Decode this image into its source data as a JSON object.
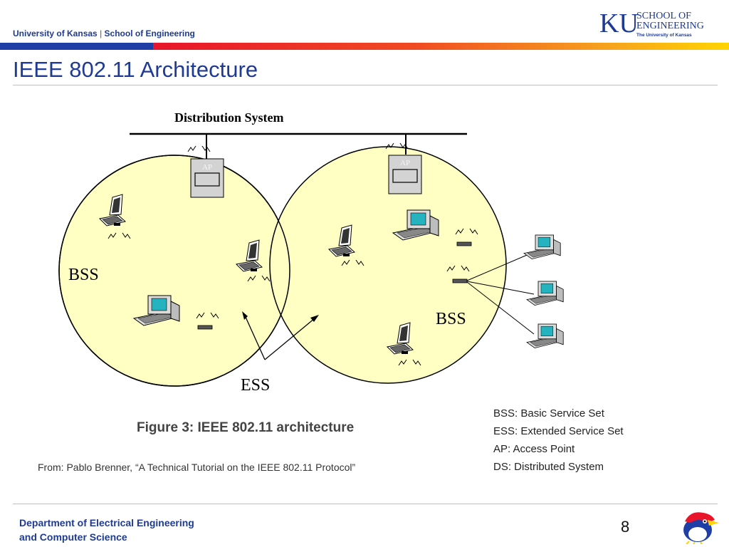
{
  "header": {
    "org_primary": "University of Kansas",
    "org_separator": "|",
    "org_secondary": "School of Engineering"
  },
  "logo": {
    "initials": "KU",
    "line1": "SCHOOL OF",
    "line2": "ENGINEERING",
    "line3": "The University of Kansas"
  },
  "slide": {
    "title": "IEEE 802.11 Architecture"
  },
  "diagram": {
    "distribution_system_label": "Distribution System",
    "ap_label": "AP",
    "bss_left_label": "BSS",
    "bss_right_label": "BSS",
    "ess_label": "ESS"
  },
  "caption": "Figure 3: IEEE 802.11 architecture",
  "source": "From: Pablo Brenner, “A Technical Tutorial on the IEEE 802.11 Protocol”",
  "glossary": [
    "BSS: Basic Service Set",
    "ESS: Extended Service Set",
    "AP: Access Point",
    "DS: Distributed System"
  ],
  "footer": {
    "department_line1": "Department of Electrical Engineering",
    "department_line2": "and Computer Science",
    "page_number": "8"
  },
  "colors": {
    "brand_blue": "#1f3a93",
    "bss_fill": "#ffffc4",
    "bar_red": "#e8152b",
    "bar_yellow": "#ffd400"
  }
}
